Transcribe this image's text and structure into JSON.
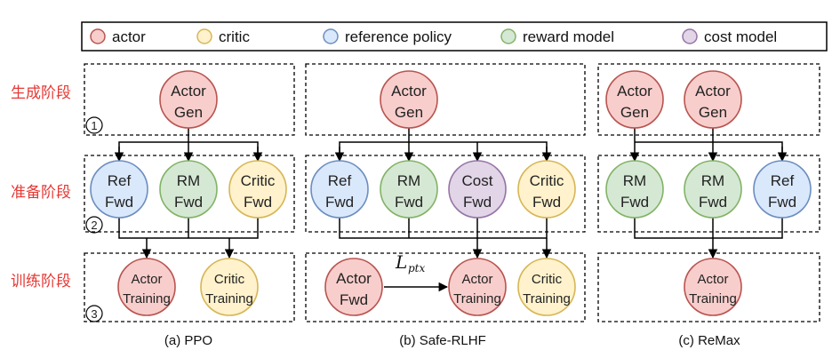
{
  "legend": [
    {
      "label": "actor",
      "color": "#f8cecc",
      "stroke": "#b85450"
    },
    {
      "label": "critic",
      "color": "#fff2cc",
      "stroke": "#d6b656"
    },
    {
      "label": "reference policy",
      "color": "#dae8fc",
      "stroke": "#6c8ebf"
    },
    {
      "label": "reward model",
      "color": "#d5e8d4",
      "stroke": "#82b366"
    },
    {
      "label": "cost model",
      "color": "#e1d5e7",
      "stroke": "#9673a6"
    }
  ],
  "stages": [
    {
      "label": "生成阶段",
      "step": "1"
    },
    {
      "label": "准备阶段",
      "step": "2"
    },
    {
      "label": "训练阶段",
      "step": "3"
    }
  ],
  "panels": {
    "ppo": {
      "caption": "(a) PPO",
      "gen": [
        {
          "line1": "Actor",
          "line2": "Gen",
          "role": "actor"
        }
      ],
      "prep": [
        {
          "line1": "Ref",
          "line2": "Fwd",
          "role": "ref"
        },
        {
          "line1": "RM",
          "line2": "Fwd",
          "role": "reward"
        },
        {
          "line1": "Critic",
          "line2": "Fwd",
          "role": "critic"
        }
      ],
      "train": [
        {
          "line1": "Actor",
          "line2": "Training",
          "role": "actor"
        },
        {
          "line1": "Critic",
          "line2": "Training",
          "role": "critic"
        }
      ]
    },
    "safe_rlhf": {
      "caption": "(b) Safe-RLHF",
      "gen": [
        {
          "line1": "Actor",
          "line2": "Gen",
          "role": "actor"
        }
      ],
      "prep": [
        {
          "line1": "Ref",
          "line2": "Fwd",
          "role": "ref"
        },
        {
          "line1": "RM",
          "line2": "Fwd",
          "role": "reward"
        },
        {
          "line1": "Cost",
          "line2": "Fwd",
          "role": "cost"
        },
        {
          "line1": "Critic",
          "line2": "Fwd",
          "role": "critic"
        }
      ],
      "train": [
        {
          "line1": "Actor",
          "line2": "Fwd",
          "role": "actor"
        },
        {
          "line1": "Actor",
          "line2": "Training",
          "role": "actor"
        },
        {
          "line1": "Critic",
          "line2": "Training",
          "role": "critic"
        }
      ],
      "ptx_label_main": "L",
      "ptx_label_sub": "ptx"
    },
    "remax": {
      "caption": "(c) ReMax",
      "gen": [
        {
          "line1": "Actor",
          "line2": "Gen",
          "role": "actor"
        },
        {
          "line1": "Actor",
          "line2": "Gen",
          "role": "actor"
        }
      ],
      "prep": [
        {
          "line1": "RM",
          "line2": "Fwd",
          "role": "reward"
        },
        {
          "line1": "RM",
          "line2": "Fwd",
          "role": "reward"
        },
        {
          "line1": "Ref",
          "line2": "Fwd",
          "role": "ref"
        }
      ],
      "train": [
        {
          "line1": "Actor",
          "line2": "Training",
          "role": "actor"
        }
      ]
    }
  }
}
